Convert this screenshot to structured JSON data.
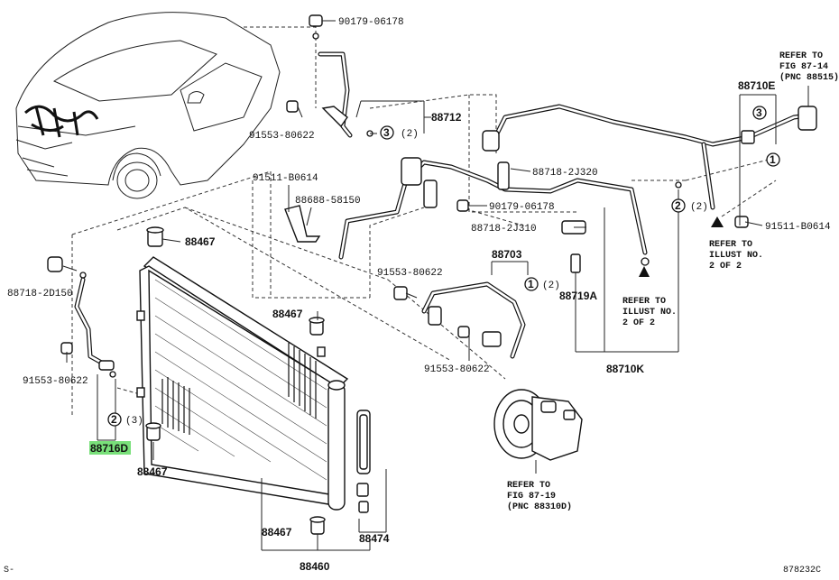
{
  "labels": {
    "p90179_06178_top": "90179-06178",
    "p91553_80622_top": "91553-80622",
    "p88712": "88712",
    "p91511_b0614_left": "91511-B0614",
    "p88688_58150": "88688-58150",
    "p88467_a": "88467",
    "p88718_2d150": "88718-2D150",
    "p91553_80622_left": "91553-80622",
    "p88716d": "88716D",
    "p88467_b": "88467",
    "p88467_c": "88467",
    "p88467_d": "88467",
    "p88460": "88460",
    "p88474": "88474",
    "p88718_2j320": "88718-2J320",
    "p90179_06178_mid": "90179-06178",
    "p88718_2j310": "88718-2J310",
    "p88703": "88703",
    "p91553_80622_mid1": "91553-80622",
    "p91553_80622_mid2": "91553-80622",
    "p88719a": "88719A",
    "p88710e": "88710E",
    "p88710k": "88710K",
    "p91511_b0614_right": "91511-B0614",
    "footer_left": "S-",
    "footer_right": "878232C"
  },
  "qty": {
    "q3_top": "3",
    "q2_top": "(2)",
    "q1_mid": "1",
    "q2_mid": "(2)",
    "q2_left": "2",
    "q3_left": "(3)",
    "q2_right": "2",
    "q2_right_paren": "(2)",
    "q3_right": "3",
    "q1_right": "1"
  },
  "refs": {
    "fig_87_14": [
      "REFER TO",
      "FIG 87-14",
      "(PNC 88515)"
    ],
    "illust_right": [
      "REFER TO",
      "ILLUST NO.",
      "2 OF 2"
    ],
    "illust_mid": [
      "REFER TO",
      "ILLUST NO.",
      "2 OF 2"
    ],
    "fig_87_19": [
      "REFER TO",
      "FIG 87-19",
      "(PNC 88310D)"
    ]
  },
  "colors": {
    "highlight": "#79e07a",
    "line": "#222222"
  }
}
